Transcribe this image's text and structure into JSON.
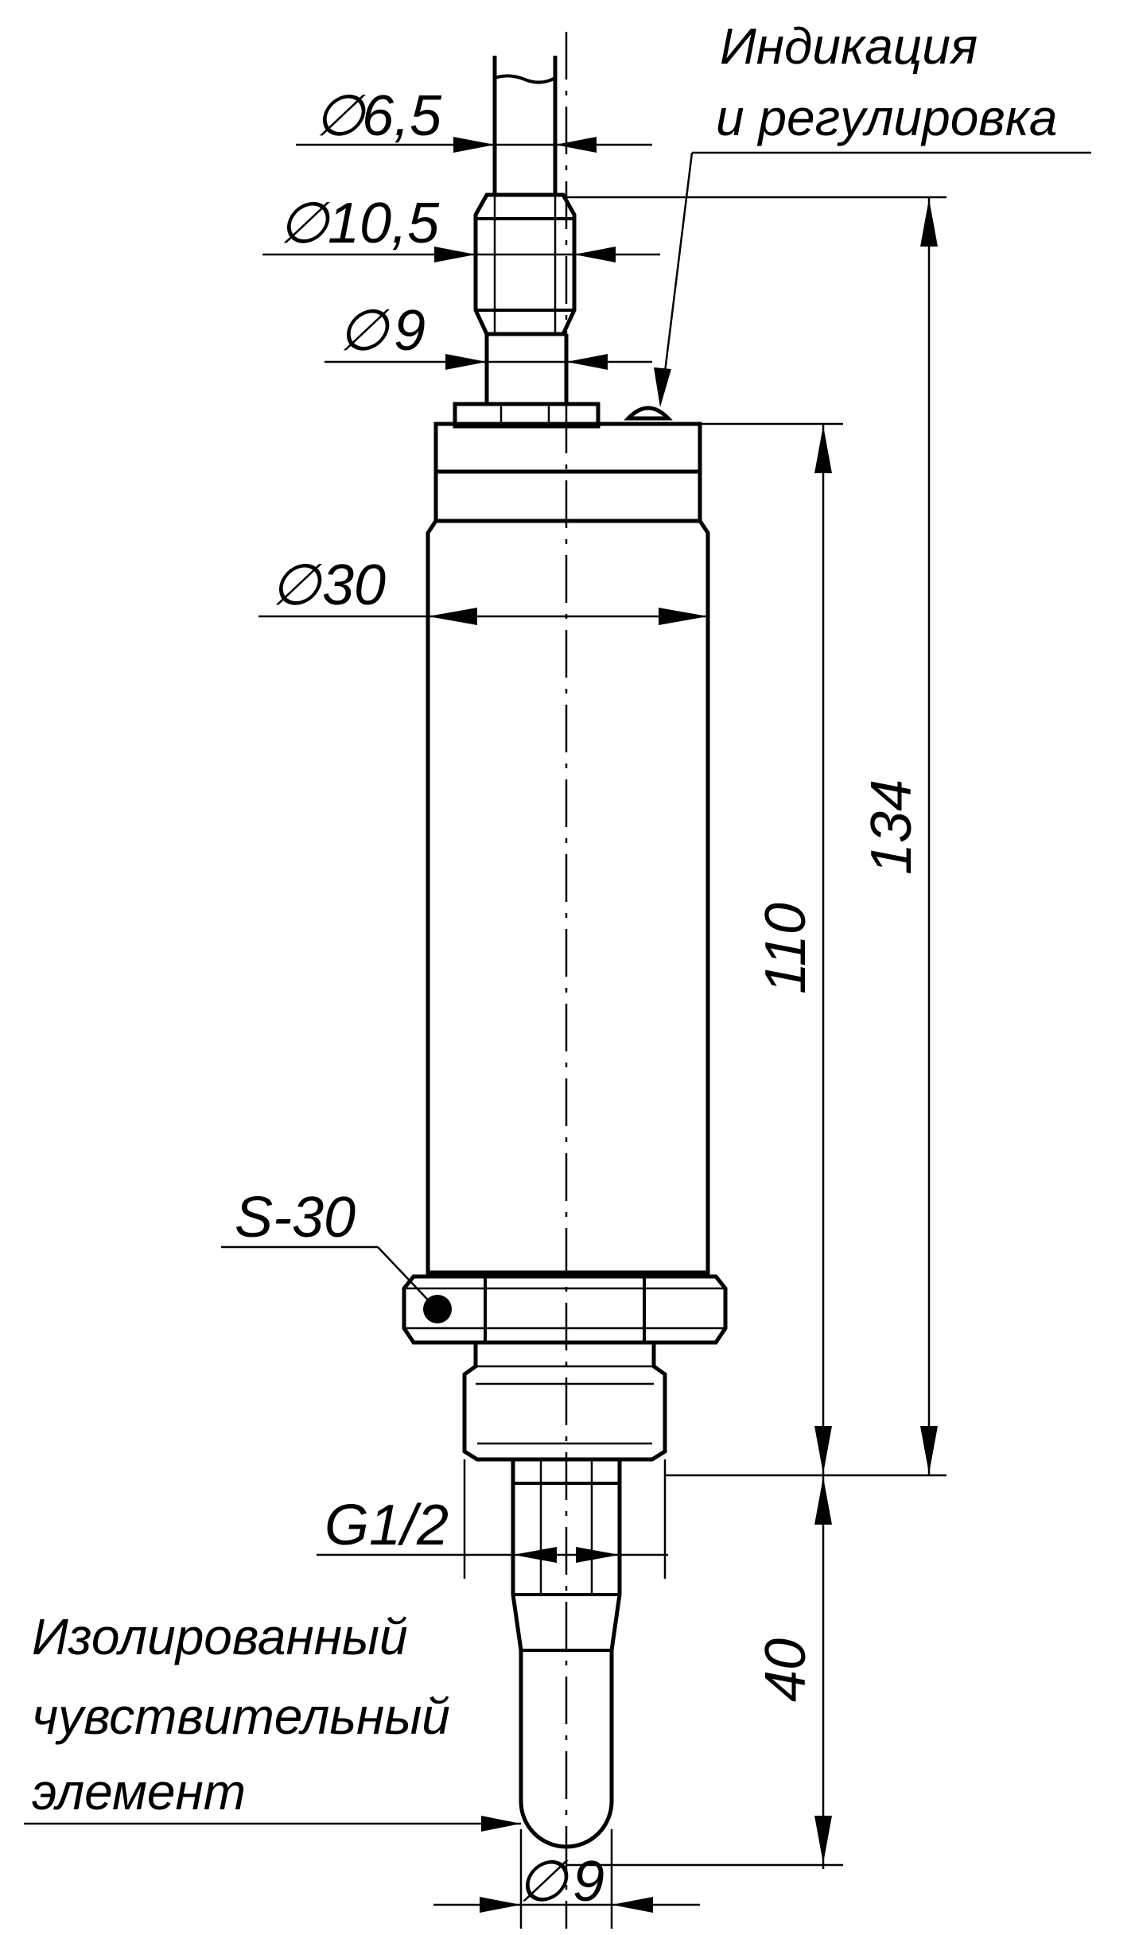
{
  "dimensions": {
    "cable_diameter": "6,5",
    "nut_diameter": "10,5",
    "neck_diameter": "9",
    "body_diameter": "30",
    "hex_size": "S-30",
    "thread": "G1/2",
    "probe_diameter": "9",
    "overall_length": "134",
    "body_length": "110",
    "probe_length": "40",
    "diameter_symbol": "∅"
  },
  "callouts": {
    "indication_line1": "Индикация",
    "indication_line2": "и регулировка",
    "sensor_line1": "Изолированный",
    "sensor_line2": "чувствительный",
    "sensor_line3": "элемент"
  }
}
